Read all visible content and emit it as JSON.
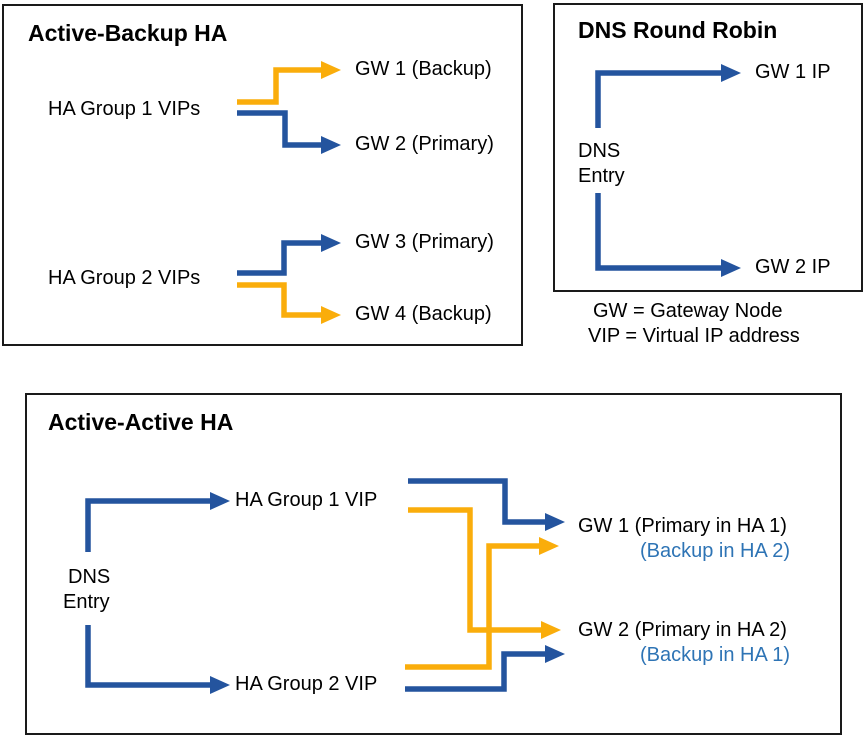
{
  "colors": {
    "line_blue": "#24549E",
    "line_orange": "#FAAD0B",
    "backup_text_blue": "#2E74B5",
    "text_black": "#000000",
    "box_border": "#1a1a1a"
  },
  "boxes": {
    "active_backup": {
      "title": "Active-Backup HA",
      "group1_label": "HA Group 1 VIPs",
      "group2_label": "HA Group 2 VIPs",
      "gw1_label": "GW 1 (Backup)",
      "gw2_label": "GW 2 (Primary)",
      "gw3_label": "GW 3 (Primary)",
      "gw4_label": "GW 4 (Backup)"
    },
    "dns_round_robin": {
      "title": "DNS Round Robin",
      "dns_entry_line1": "DNS",
      "dns_entry_line2": "Entry",
      "gw1_ip_label": "GW 1 IP",
      "gw2_ip_label": "GW 2 IP"
    },
    "active_active": {
      "title": "Active-Active HA",
      "dns_entry_line1": "DNS",
      "dns_entry_line2": "Entry",
      "group1_label": "HA Group 1 VIP",
      "group2_label": "HA Group 2 VIP",
      "gw1_primary_label": "GW 1 (Primary in HA 1)",
      "gw1_backup_label": "(Backup in HA 2)",
      "gw2_primary_label": "GW 2 (Primary in HA 2)",
      "gw2_backup_label": "(Backup in HA 1)"
    }
  },
  "legend": {
    "line1": "GW = Gateway Node",
    "line2": "VIP = Virtual IP address"
  }
}
